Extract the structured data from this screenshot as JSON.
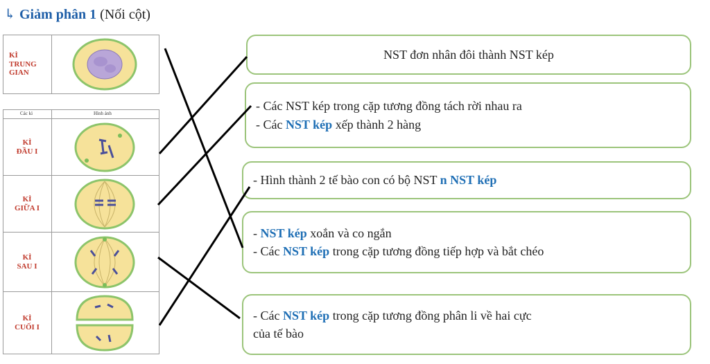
{
  "title": {
    "icon": "↳",
    "main": "Giảm phân 1",
    "sub": "(Nối cột)"
  },
  "table_header": {
    "col1": "Các kì",
    "col2": "Hình ảnh"
  },
  "stages": [
    {
      "line1": "KÌ",
      "line2": "TRUNG",
      "line3": "GIAN"
    },
    {
      "line1": "KÌ",
      "line2": "ĐẦU I"
    },
    {
      "line1": "KÌ",
      "line2": "GIỮA I"
    },
    {
      "line1": "KÌ",
      "line2": "SAU I"
    },
    {
      "line1": "KÌ",
      "line2": "CUỐI I"
    }
  ],
  "boxes": {
    "b1": {
      "text": "NST đơn nhân đôi thành NST kép"
    },
    "b2": {
      "l1": "- Các NST kép trong cặp tương đồng tách rời nhau ra",
      "l2_pre": "- Các ",
      "l2_hl": "NST kép",
      "l2_post": " xếp thành 2 hàng"
    },
    "b3": {
      "pre": "- Hình thành 2 tế bào con có bộ NST ",
      "hl": "n NST kép"
    },
    "b4": {
      "l1_pre": "- ",
      "l1_hl": "NST kép",
      "l1_post": " xoắn và co ngắn",
      "l2_pre": "- Các ",
      "l2_hl": "NST kép",
      "l2_post": " trong cặp tương đồng tiếp hợp và bắt chéo"
    },
    "b5": {
      "pre": "- Các ",
      "hl": "NST kép",
      "post": " trong cặp tương đồng phân li về hai cực",
      "l2": "của tế bào"
    }
  },
  "colors": {
    "title": "#1f5fa8",
    "stage_label": "#c0392b",
    "highlight": "#1f6fb5",
    "box_border": "#9bc47a",
    "cell_fill": "#f6e29a",
    "cell_rim": "#8cc46a"
  }
}
